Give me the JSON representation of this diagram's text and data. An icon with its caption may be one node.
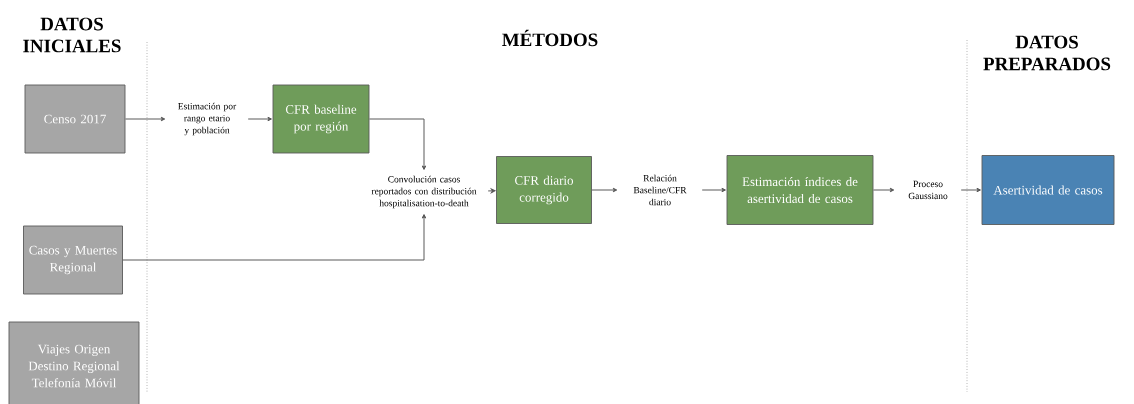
{
  "diagram": {
    "nodes": [
      {
        "text": [
          "Censo 2017"
        ]
      },
      {
        "text": [
          "Estimación por rango etario y población"
        ]
      },
      {
        "text": [
          "CFR baseline por región"
        ]
      },
      {
        "text": [
          "Casos y Muertes Regional"
        ]
      },
      {
        "text": [
          "Convolución casos reportados con distribución hospitalisation-to-death"
        ]
      },
      {
        "text": [
          "CFR diario corregido"
        ]
      },
      {
        "text": [
          "Relación Baseline/CFR diario"
        ]
      },
      {
        "text": [
          "Estimación índices de asertividad de casos"
        ]
      },
      {
        "text": [
          "Proceso Gaussiano"
        ]
      },
      {
        "text": [
          "Asertividad de casos"
        ]
      },
      {
        "text": [
          "Viajes Origen Destino Regional Telefonía Móvil"
        ]
      }
    ],
    "edges": [
      {
        "from": 0,
        "to": 1,
        "arrow": "to"
      },
      {
        "from": 1,
        "to": 2,
        "arrow": "to"
      },
      {
        "from": 2,
        "to": 4,
        "arrow": "to"
      },
      {
        "from": 3,
        "to": 4,
        "arrow": "to"
      },
      {
        "from": 4,
        "to": 5,
        "arrow": "to"
      },
      {
        "from": 5,
        "to": 6,
        "arrow": "to"
      },
      {
        "from": 6,
        "to": 7,
        "arrow": "to"
      },
      {
        "from": 7,
        "to": 8,
        "arrow": "to"
      },
      {
        "from": 8,
        "to": 9,
        "arrow": "to"
      }
    ],
    "labels": [
      "DATOS INICIALES",
      "MÉTODOS",
      "DATOS PREPARADOS"
    ]
  }
}
